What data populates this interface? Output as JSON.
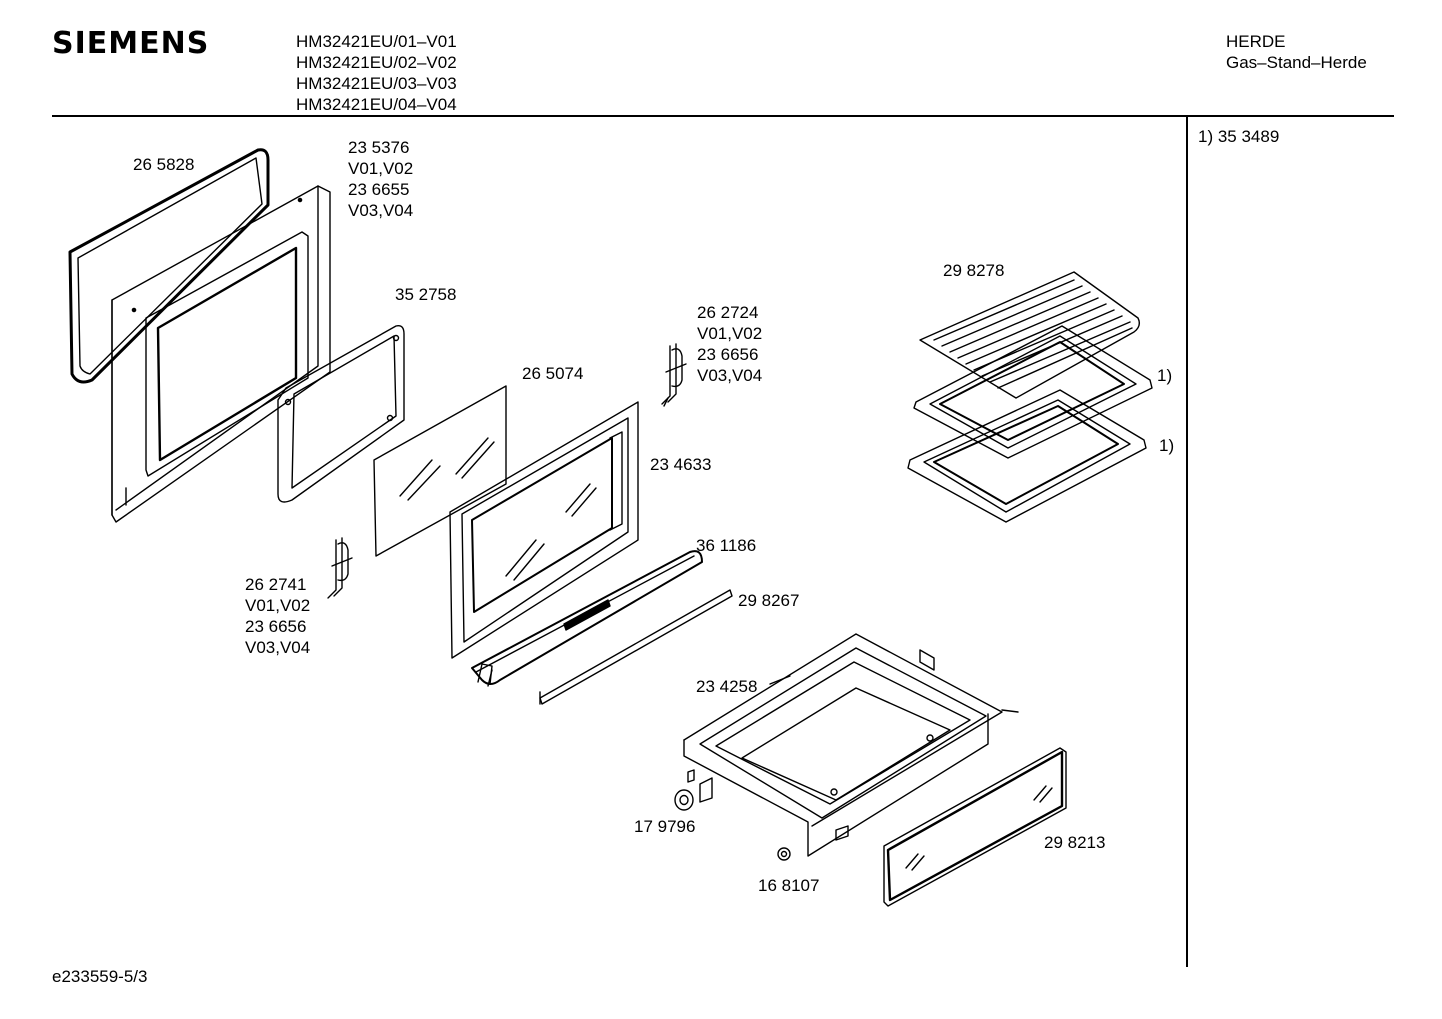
{
  "header": {
    "brand": "SIEMENS",
    "models": [
      "HM32421EU/01–V01",
      "HM32421EU/02–V02",
      "HM32421EU/03–V03",
      "HM32421EU/04–V04"
    ],
    "category_line1": "HERDE",
    "category_line2": "Gas–Stand–Herde"
  },
  "side_note": "1) 35 3489",
  "footer": {
    "doc_id": "e233559-5/3"
  },
  "parts": {
    "seal": "26 5828",
    "inner_door": [
      "23 5376",
      "V01,V02",
      "23 6655",
      "V03,V04"
    ],
    "panel": "35 2758",
    "hinge_right": [
      "26 2724",
      "V01,V02",
      "23 6656",
      "V03,V04"
    ],
    "glass": "26 5074",
    "outer_door": "23 4633",
    "hinge_left": [
      "26 2741",
      "V01,V02",
      "23 6656",
      "V03,V04"
    ],
    "handle": "36 1186",
    "strip": "29 8267",
    "drawer": "23 4258",
    "roller": "17 9796",
    "nut": "16 8107",
    "drawer_front": "29 8213",
    "grill_rack": "29 8278",
    "tray_ref1": "1)",
    "tray_ref2": "1)"
  }
}
